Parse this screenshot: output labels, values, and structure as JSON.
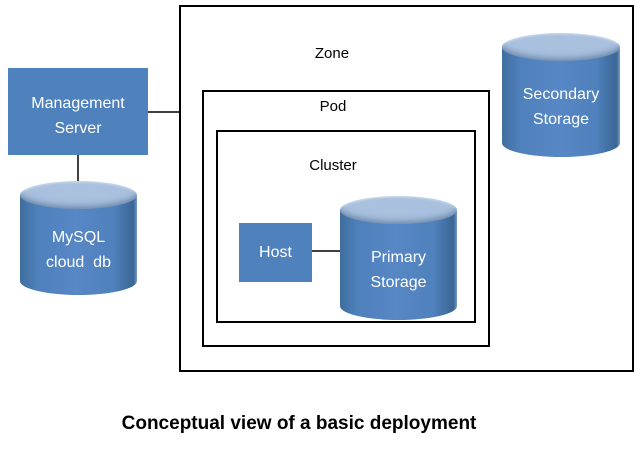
{
  "caption": "Conceptual view of a basic deployment",
  "containers": {
    "zone": {
      "label": "Zone"
    },
    "pod": {
      "label": "Pod"
    },
    "cluster": {
      "label": "Cluster"
    }
  },
  "nodes": {
    "management_server": {
      "line1": "Management",
      "line2": "Server"
    },
    "mysql_db": {
      "line1": "MySQL",
      "line2": "cloud  db"
    },
    "host": {
      "label": "Host"
    },
    "primary_storage": {
      "line1": "Primary",
      "line2": "Storage"
    },
    "secondary_storage": {
      "line1": "Secondary",
      "line2": "Storage"
    }
  },
  "colors": {
    "shape_blue": "#4f81bd",
    "cylinder_lid_blue": "#a9c1df",
    "outline_black": "#000000",
    "connector_gray": "#404040",
    "text_on_shape": "#ffffff",
    "label_text": "#000000",
    "background": "#ffffff"
  }
}
